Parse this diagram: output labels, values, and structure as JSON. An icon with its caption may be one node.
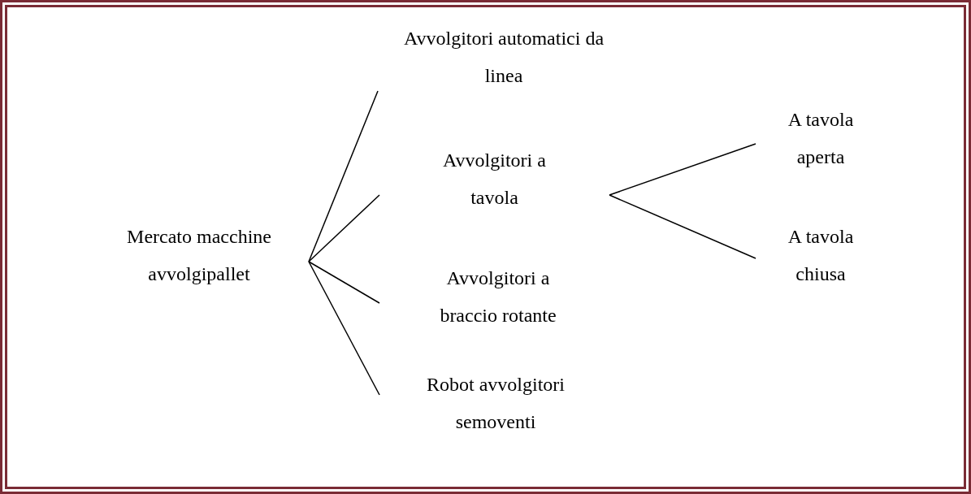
{
  "diagram": {
    "nodes": [
      {
        "text": [
          "Mercato macchine avvolgipallet"
        ]
      },
      {
        "text": [
          "Avvolgitori automatici da linea"
        ]
      },
      {
        "text": [
          "Avvolgitori a tavola"
        ]
      },
      {
        "text": [
          "Avvolgitori a braccio rotante"
        ]
      },
      {
        "text": [
          "Robot avvolgitori semoventi"
        ]
      },
      {
        "text": [
          "A tavola aperta"
        ]
      },
      {
        "text": [
          "A tavola chiusa"
        ]
      }
    ],
    "edges": [
      {
        "from": 0,
        "to": 1,
        "arrow": "none"
      },
      {
        "from": 0,
        "to": 2,
        "arrow": "none"
      },
      {
        "from": 0,
        "to": 3,
        "arrow": "none"
      },
      {
        "from": 0,
        "to": 4,
        "arrow": "none"
      },
      {
        "from": 2,
        "to": 5,
        "arrow": "none"
      },
      {
        "from": 2,
        "to": 6,
        "arrow": "none"
      }
    ]
  }
}
